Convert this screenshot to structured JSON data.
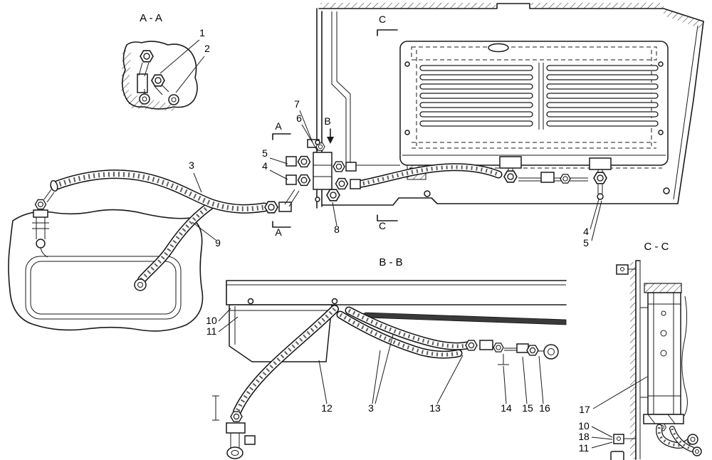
{
  "diagram": {
    "background": "#ffffff",
    "line_color": "#1a1a1a",
    "views": {
      "aa_title": "A - A",
      "bb_title": "B - B",
      "cc_title": "C - C"
    },
    "cut_marks": {
      "c_top": "C",
      "a_top": "A",
      "b_top": "B",
      "a_bottom": "A",
      "c_bottom": "C"
    },
    "callouts": {
      "aa_1": "1",
      "aa_2": "2",
      "hose_3": "3",
      "left_4": "4",
      "left_5": "5",
      "item_6": "6",
      "item_7": "7",
      "item_8": "8",
      "hose_9": "9",
      "right_4": "4",
      "right_5": "5",
      "bb_10": "10",
      "bb_11": "11",
      "bb_12": "12",
      "bb_3": "3",
      "bb_13": "13",
      "bb_14": "14",
      "bb_15": "15",
      "bb_16": "16",
      "cc_17": "17",
      "cc_10": "10",
      "cc_18": "18",
      "cc_11": "11"
    }
  }
}
